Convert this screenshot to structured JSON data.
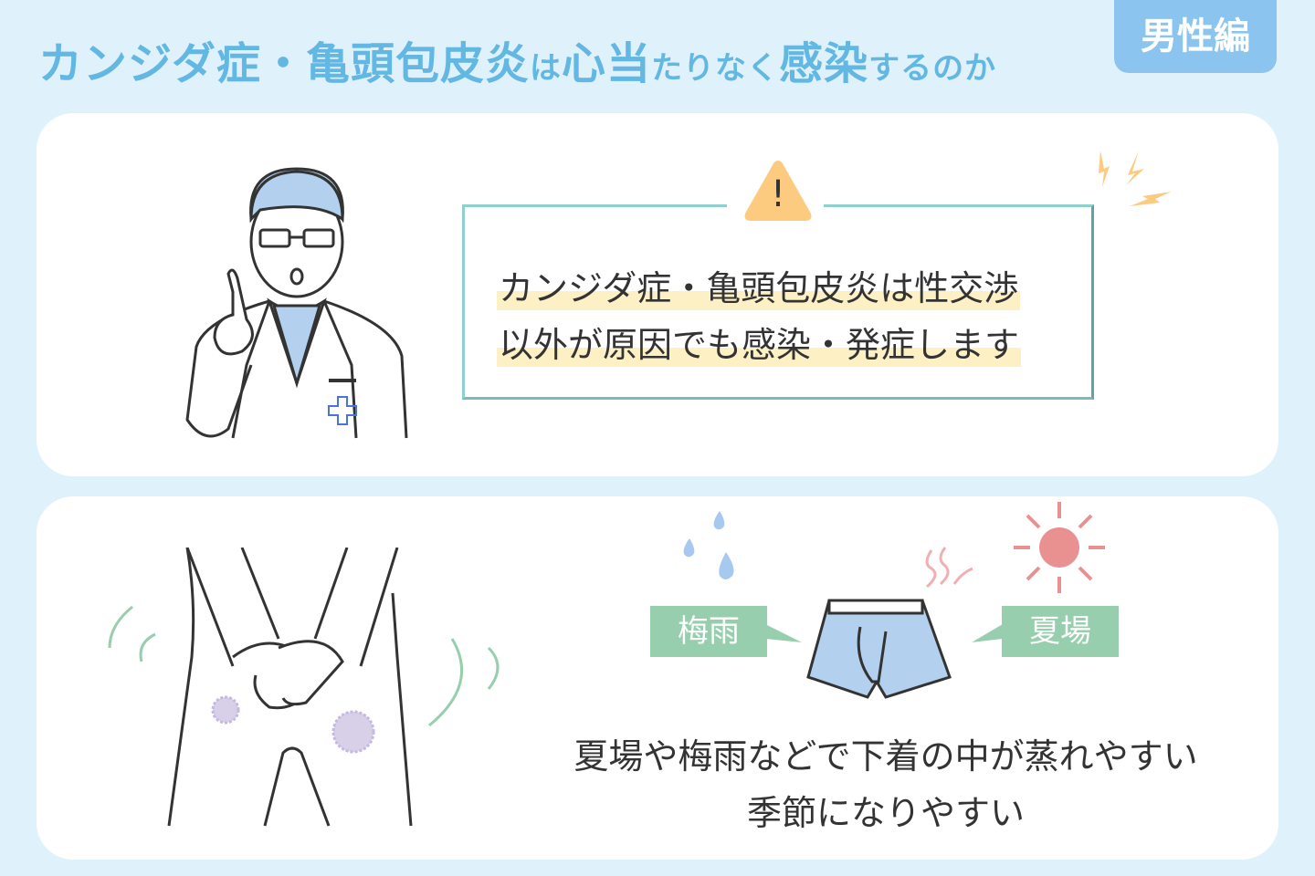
{
  "header": {
    "title_parts": [
      "カンジダ症・亀頭包皮炎",
      "は",
      "心当",
      "たりなく",
      "感染",
      "するのか"
    ],
    "badge": "男性編"
  },
  "panel1": {
    "warning_lines": [
      "カンジダ症・亀頭包皮炎は性交渉",
      "以外が原因でも感染・発症します"
    ],
    "warning_symbol": "!"
  },
  "panel2": {
    "label_left": "梅雨",
    "label_right": "夏場",
    "caption_lines": [
      "夏場や梅雨などで下着の中が蒸れやすい",
      "季節になりやすい"
    ]
  },
  "colors": {
    "title": "#62b7e3",
    "badge": "#8bc4ee",
    "label": "#97cfae",
    "highlight": "#fdf0c4",
    "warning": "#fdcb80",
    "sun": "#e99090"
  }
}
